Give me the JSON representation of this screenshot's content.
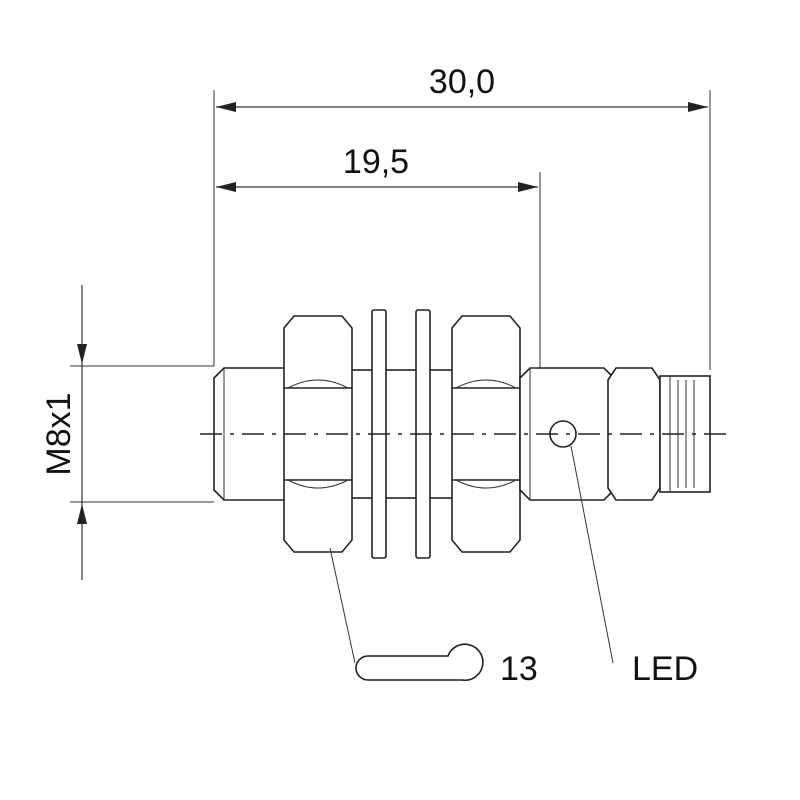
{
  "dimensions": {
    "overall_length": "30,0",
    "threaded_length": "19,5",
    "thread": "M8x1"
  },
  "callouts": {
    "wrench_size": "13",
    "led": "LED"
  },
  "icons": {
    "wrench": "open-end-wrench-icon",
    "arrowheads": "dimension-arrow"
  },
  "colors": {
    "line": "#222222",
    "background": "#ffffff"
  }
}
